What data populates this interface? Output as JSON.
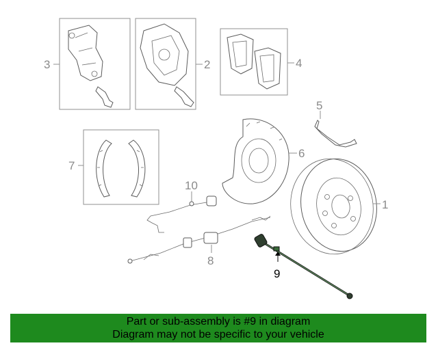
{
  "diagram": {
    "callouts": {
      "c1": "1",
      "c2": "2",
      "c3": "3",
      "c4": "4",
      "c5": "5",
      "c6": "6",
      "c7": "7",
      "c8": "8",
      "c9": "9",
      "c10": "10"
    },
    "highlighted_part": "9"
  },
  "banner": {
    "line1": "Part or sub-assembly is #9 in diagram",
    "line2": "Diagram may not be specific to your vehicle",
    "background": "#1e8a1e"
  }
}
